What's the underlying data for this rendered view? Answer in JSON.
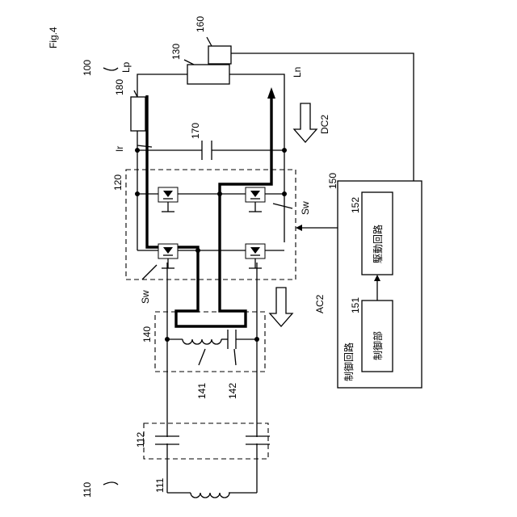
{
  "figure": {
    "title": "Fig.4"
  },
  "labels": {
    "system": "100",
    "ac_source": "110",
    "source_inductor": "111",
    "input_filter": "112",
    "converter": "120",
    "sensor_130": "130",
    "block_160": "160",
    "filter_140": "140",
    "inductor_141": "141",
    "capacitor_142": "142",
    "controller": "150",
    "control_circuit_num": "151",
    "drive_circuit_num": "152",
    "capacitor_170": "170",
    "resistor_180": "180",
    "line_p": "Lp",
    "line_n": "Ln",
    "current": "Ir",
    "switch_left": "Sw",
    "switch_right": "Sw",
    "dc_arrow": "DC2",
    "ac_arrow": "AC2"
  },
  "blocks": {
    "controller_title": "制御回路",
    "control_circuit": "制御部",
    "drive_circuit": "駆動回路"
  }
}
